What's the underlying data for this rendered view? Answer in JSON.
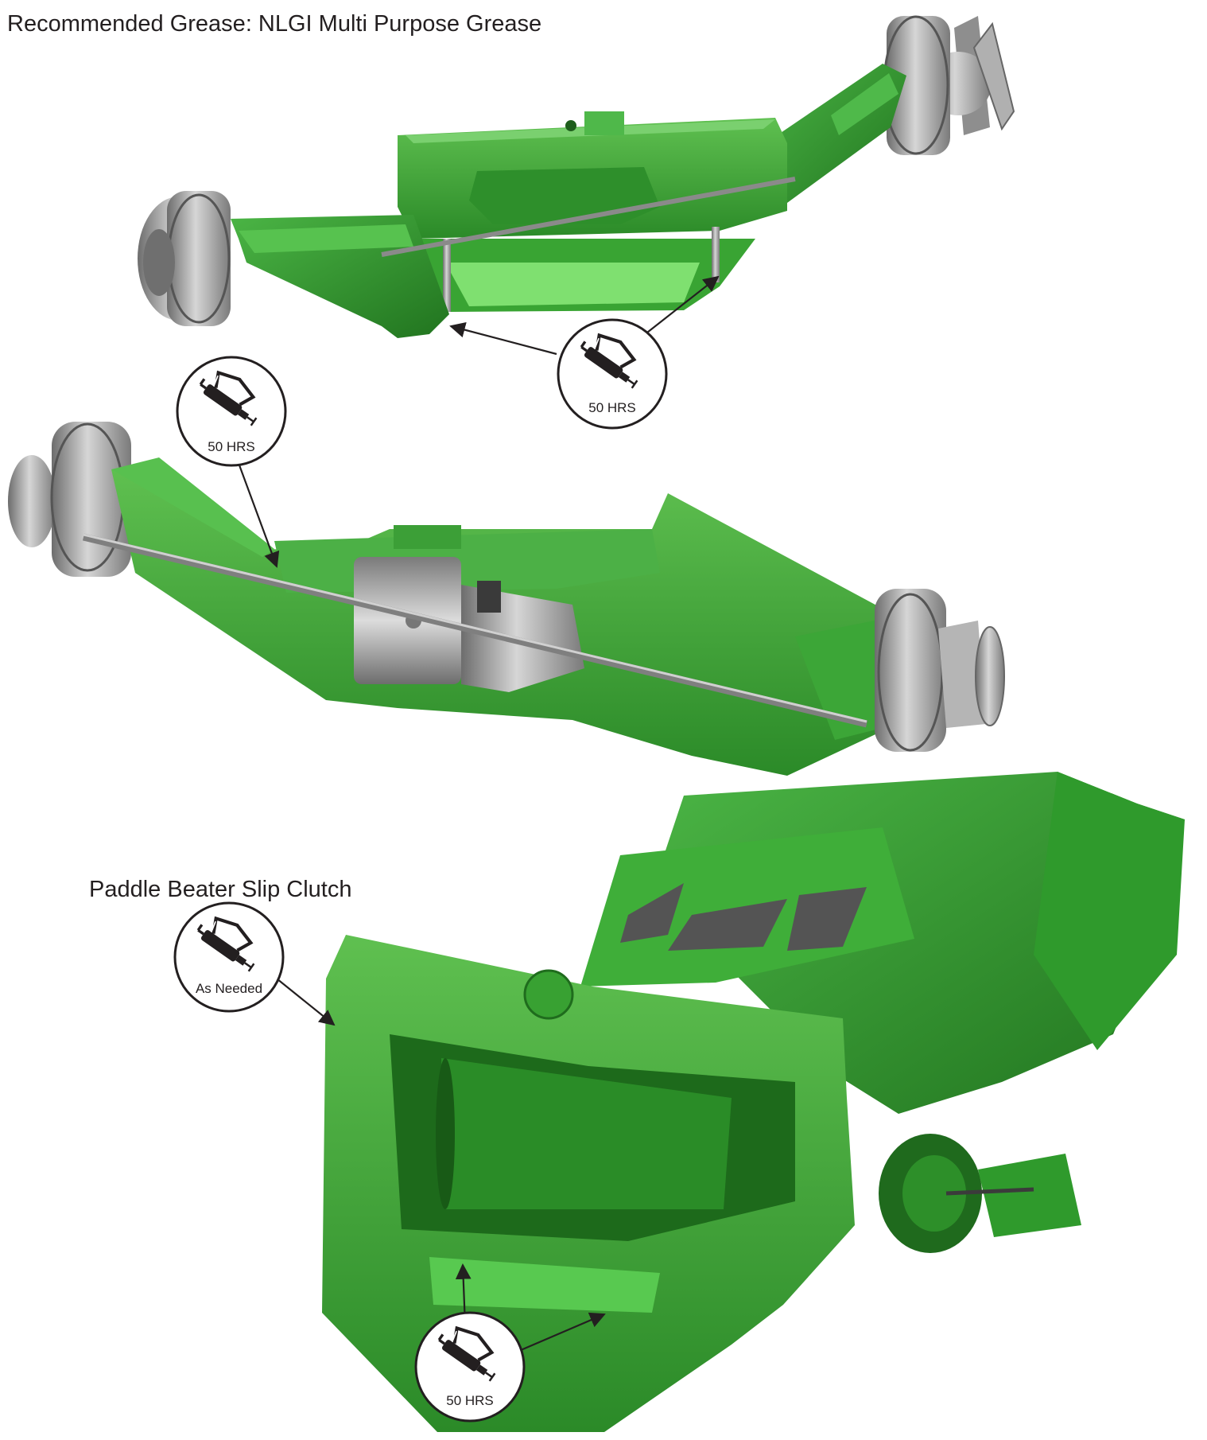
{
  "title": "Recommended Grease: NLGI Multi Purpose Grease",
  "subtitle": "Paddle Beater Slip Clutch",
  "callouts": [
    {
      "id": "axle-top",
      "label": "50 HRS"
    },
    {
      "id": "axle-middle",
      "label": "50 HRS"
    },
    {
      "id": "slip-clutch",
      "label": "As Needed"
    },
    {
      "id": "paddle-bottom",
      "label": "50 HRS"
    }
  ],
  "colors": {
    "machine_green": "#3aa335",
    "machine_green_dark": "#247a22",
    "machine_green_light": "#67c95c",
    "steel": "#b8b8b8",
    "steel_dark": "#7d7d7d",
    "line": "#231f20"
  },
  "icons": [
    "grease-gun-icon"
  ]
}
